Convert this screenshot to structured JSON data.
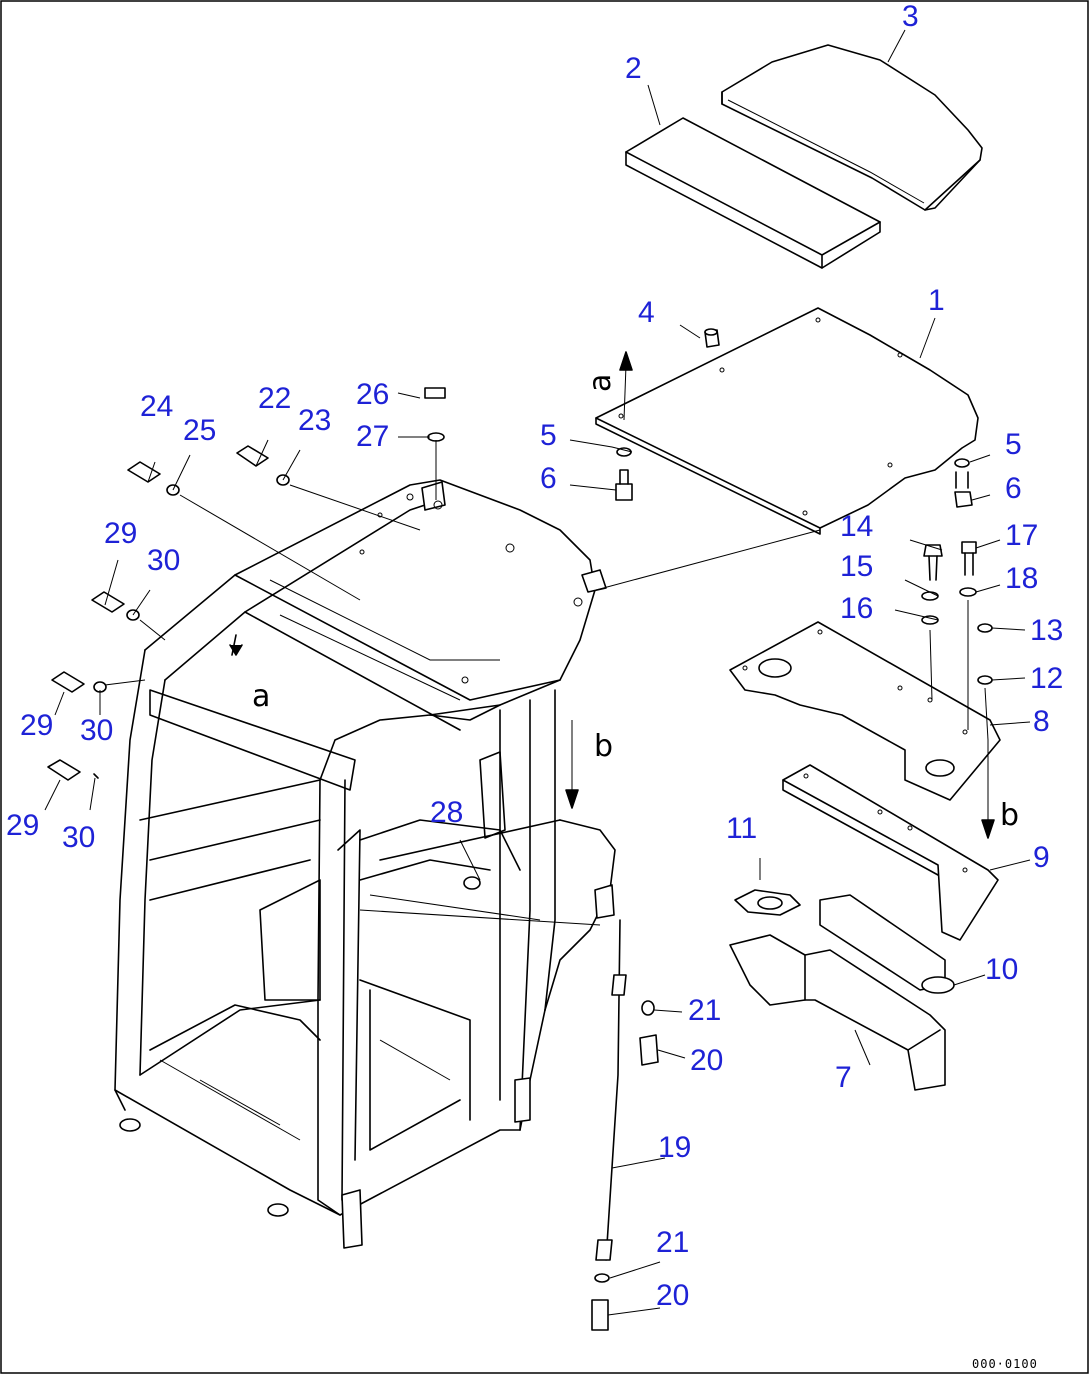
{
  "diagram": {
    "labels": [
      "1",
      "2",
      "3",
      "4",
      "5",
      "5",
      "6",
      "6",
      "7",
      "8",
      "9",
      "10",
      "11",
      "12",
      "13",
      "14",
      "15",
      "16",
      "17",
      "18",
      "19",
      "20",
      "20",
      "21",
      "21",
      "22",
      "23",
      "24",
      "25",
      "26",
      "27",
      "28",
      "29",
      "29",
      "29",
      "30",
      "30",
      "30"
    ],
    "view_marks": [
      "a",
      "a",
      "b",
      "b"
    ],
    "drawing_code": "000·0100"
  },
  "colors": {
    "label": "#1e22d6",
    "line": "#000000",
    "border": "#000000"
  }
}
